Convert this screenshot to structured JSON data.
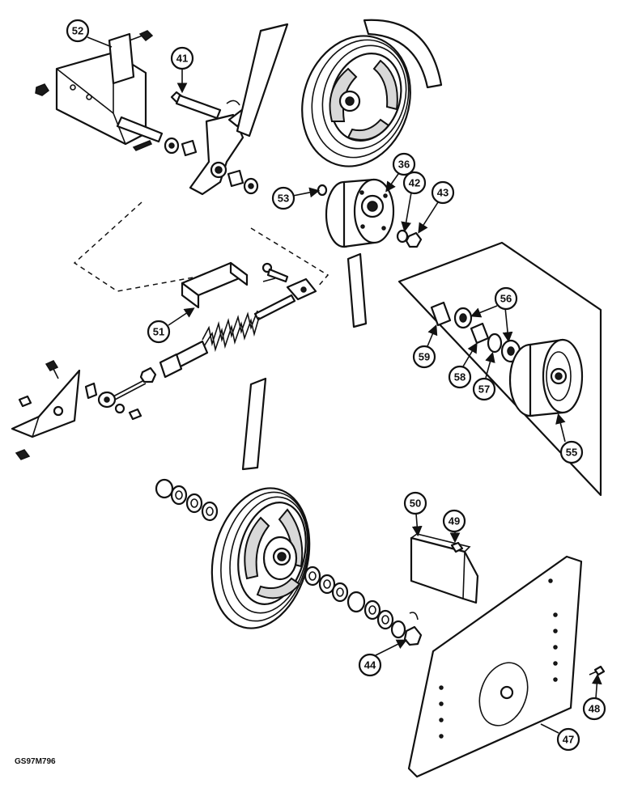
{
  "figure_code": "GS97M796",
  "callouts": {
    "c52": "52",
    "c41": "41",
    "c36": "36",
    "c53": "53",
    "c42": "42",
    "c43": "43",
    "c56": "56",
    "c51": "51",
    "c59": "59",
    "c58": "58",
    "c57": "57",
    "c55": "55",
    "c50": "50",
    "c49": "49",
    "c44": "44",
    "c48": "48",
    "c47": "47"
  }
}
